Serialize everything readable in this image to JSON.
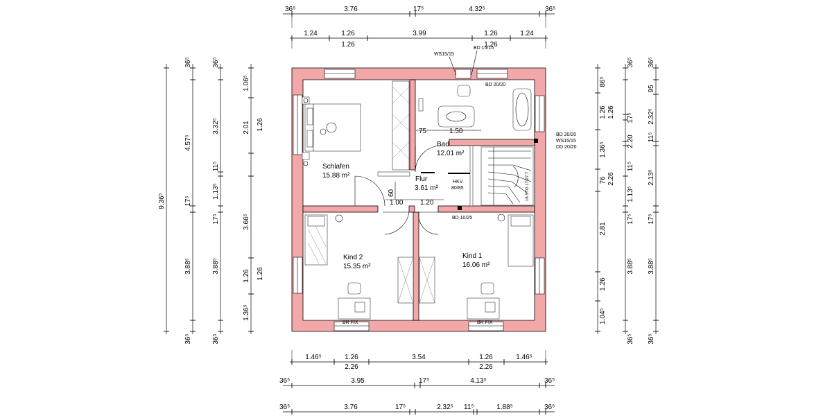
{
  "rooms": [
    {
      "name": "Schlafen",
      "area": "15.88 m²"
    },
    {
      "name": "Bad",
      "area": "12.01 m²"
    },
    {
      "name": "Flur",
      "area": "3.61 m²"
    },
    {
      "name": "Kind 2",
      "area": "15.35 m²"
    },
    {
      "name": "Kind 1",
      "area": "16.06 m²"
    }
  ],
  "annotations": {
    "ws_top": "WS15/15",
    "bd_top": "BD 15/15",
    "bd_2020": "BD 20/20",
    "bd_right1": "BD 20/20",
    "ws_right": "WS15/15",
    "dd_right": "DD 20/20",
    "hkv": "HKV",
    "hkv_size": "80/85",
    "bd_1025": "BD 10/25",
    "brfix_left": "BR FIX",
    "brfix_right": "BR FIX",
    "stair": "16 STG 17/27.7",
    "m75": "75",
    "m150": "1.50",
    "m60": "60",
    "m100": "1.00",
    "m120": "1.20"
  },
  "dims": {
    "top1": [
      "36⁵",
      "3.76",
      "17⁵",
      "4.32⁵",
      "36⁵"
    ],
    "top2": [
      "1.24",
      "1.26",
      "3.99",
      "1.26",
      "1.24"
    ],
    "top2b": [
      "1.26",
      "1.26"
    ],
    "bottom1": [
      "1.46⁵",
      "1.26",
      "3.54",
      "1.26",
      "1.46⁵"
    ],
    "bottom1b": [
      "2.26",
      "2.26"
    ],
    "bottom2": [
      "36⁵",
      "3.95",
      "17⁵",
      "4.13⁵",
      "36⁵"
    ],
    "bottom3": [
      "36⁵",
      "3.76",
      "17⁵",
      "2.32⁵",
      "11⁵",
      "1.88⁵",
      "36⁵"
    ],
    "left_total": "9.36⁵",
    "left2": [
      "36⁵",
      "4.57⁵",
      "17⁵",
      "3.88⁵",
      "36⁵"
    ],
    "left3": [
      "36⁵",
      "3.32⁵",
      "11⁵",
      "1.13⁵",
      "17⁵",
      "3.88⁵",
      "36⁵"
    ],
    "left4": [
      "1.06⁵",
      "2.01",
      "1.26",
      "3.66⁵",
      "1.26",
      "1.36⁵"
    ],
    "right1": [
      "86⁵",
      "1.26",
      "1.36⁵",
      "76",
      "2.81",
      "1.26",
      "1.04⁵"
    ],
    "right2": [
      "36⁵",
      "1.26",
      "17⁵",
      "2.20",
      "11⁵",
      "2.26",
      "1.13⁵",
      "17⁵",
      "3.88⁵",
      "36⁵"
    ],
    "right3": [
      "36⁵",
      "95",
      "2.32⁵",
      "11⁵",
      "2.13⁵",
      "17⁵",
      "3.88⁵",
      "36⁵"
    ]
  }
}
